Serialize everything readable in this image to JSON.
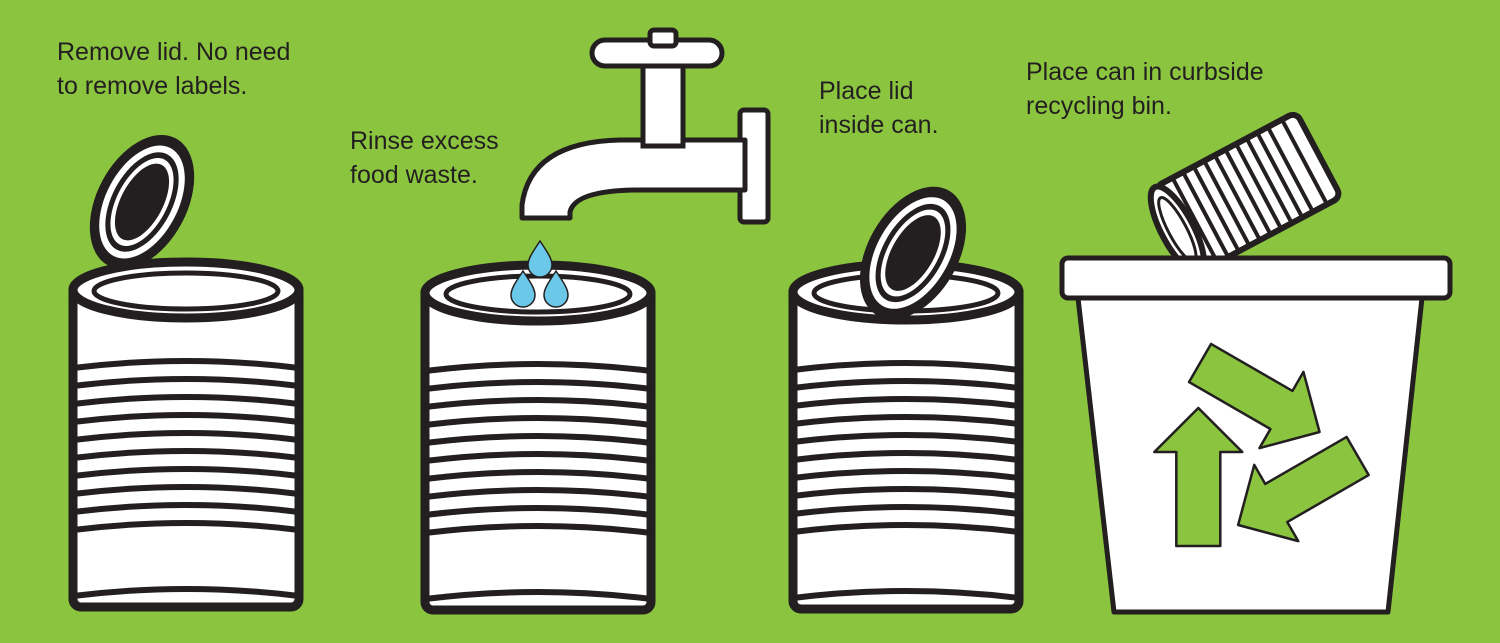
{
  "steps": [
    {
      "lines": [
        "Remove lid. No need",
        "to remove labels."
      ]
    },
    {
      "lines": [
        "Rinse excess",
        "food waste."
      ]
    },
    {
      "lines": [
        "Place lid",
        "inside can."
      ]
    },
    {
      "lines": [
        "Place can in curbside",
        "recycling bin."
      ]
    }
  ],
  "colors": {
    "background": "#8bc53f",
    "outline": "#231f20",
    "fill": "#ffffff",
    "water": "#6cc8e8",
    "recycle_symbol": "#8bc53f"
  },
  "icons": [
    "open-can-icon",
    "faucet-icon",
    "water-drop-icon",
    "can-icon",
    "lid-icon",
    "recycling-bin-icon",
    "recycle-symbol-icon"
  ]
}
